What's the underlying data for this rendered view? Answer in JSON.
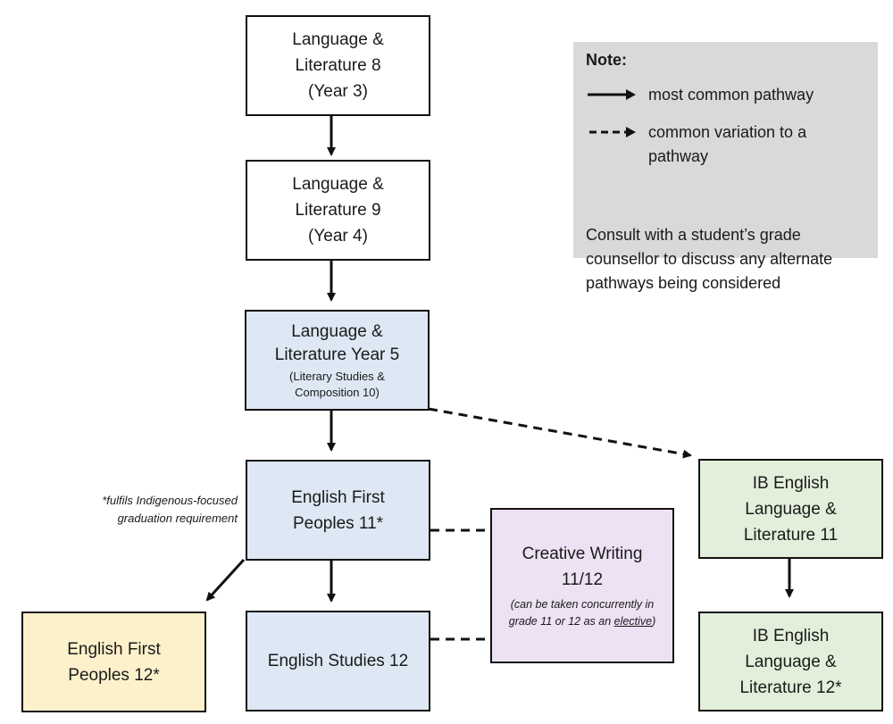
{
  "boxes": {
    "ll8": {
      "title": "Language &\nLiterature 8\n(Year 3)"
    },
    "ll9": {
      "title": "Language &\nLiterature 9\n(Year 4)"
    },
    "ll5": {
      "title": "Language &\nLiterature Year 5",
      "subtitle": "(Literary Studies &\nComposition 10)"
    },
    "efp11": {
      "title": "English First\nPeoples 11*"
    },
    "efp12": {
      "title": "English First\nPeoples 12*"
    },
    "es12": {
      "title": "English Studies 12"
    },
    "cw": {
      "title": "Creative Writing\n11/12",
      "note_before": "(can be taken concurrently in grade 11 or 12 as an ",
      "note_underlined": "elective",
      "note_after": ")"
    },
    "ib11": {
      "title": "IB English\nLanguage &\nLiterature 11"
    },
    "ib12": {
      "title": "IB English\nLanguage &\nLiterature 12*"
    }
  },
  "footnote": "*fulfils Indigenous-focused\ngraduation requirement",
  "legend": {
    "title": "Note:",
    "solid_label": "most common pathway",
    "dashed_label": "common variation to a pathway",
    "consult_text": "Consult with a student’s grade counsellor to discuss any alternate pathways being considered"
  },
  "colors": {
    "white_box": "#ffffff",
    "blue_box": "#dde8f4",
    "green_box": "#e2efda",
    "yellow_box": "#fdf1cc",
    "purple_box": "#ede1f4",
    "legend_bg": "#d9d9d9"
  },
  "connectors": [
    {
      "from": "ll8",
      "to": "ll9",
      "style": "solid"
    },
    {
      "from": "ll9",
      "to": "ll5",
      "style": "solid"
    },
    {
      "from": "ll5",
      "to": "efp11",
      "style": "solid"
    },
    {
      "from": "ll5",
      "to": "ib11",
      "style": "dashed"
    },
    {
      "from": "efp11",
      "to": "es12",
      "style": "solid"
    },
    {
      "from": "efp11",
      "to": "efp12",
      "style": "solid"
    },
    {
      "from": "ib11",
      "to": "ib12",
      "style": "solid"
    },
    {
      "from": "efp11",
      "to": "cw",
      "style": "dashed-line"
    },
    {
      "from": "es12",
      "to": "cw",
      "style": "dashed-line"
    }
  ]
}
